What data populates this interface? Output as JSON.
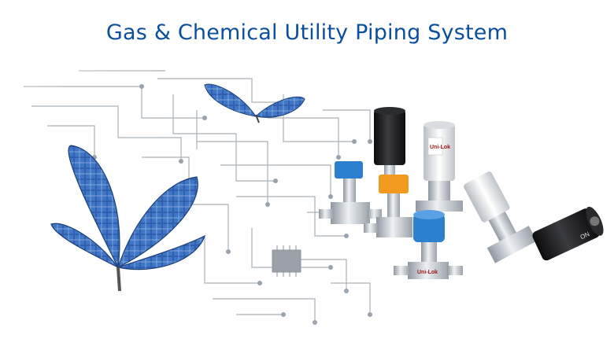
{
  "banner": {
    "title": "Gas & Chemical Utility Piping System",
    "brand_label": "Uni-Lok",
    "handle_text": "ON"
  },
  "colors": {
    "title": "#0b4f9c",
    "solar_blue": "#2f5fae",
    "circuit_gray": "#9aa3ad",
    "handle_blue": "#2d7fd0",
    "handle_orange": "#f29a1e",
    "steel": "#c6ccd3",
    "black_body": "#1b1b1d"
  },
  "icons": [
    "butterfly-icon",
    "butterfly-icon",
    "diaphragm-valve-icon",
    "pneumatic-valve-icon"
  ]
}
